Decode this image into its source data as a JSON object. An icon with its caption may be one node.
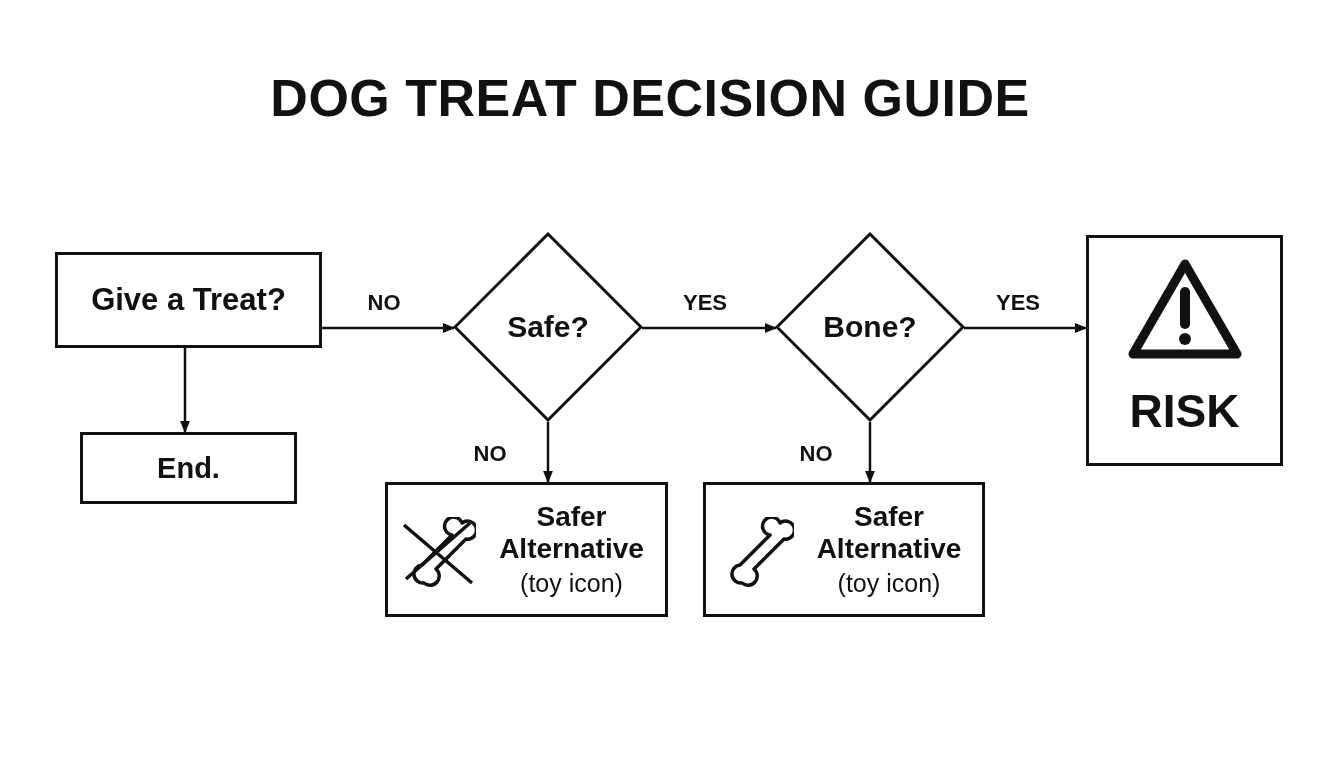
{
  "diagram": {
    "title": "DOG TREAT DECISION GUIDE",
    "nodes": [
      {
        "text": [
          "Give a Treat?"
        ]
      },
      {
        "text": [
          "End."
        ]
      },
      {
        "text": [
          "Safe?"
        ]
      },
      {
        "text": [
          "Bone?"
        ]
      },
      {
        "text": [
          "RISK"
        ]
      },
      {
        "text": [
          "Safer Alternative",
          "(toy icon)"
        ]
      },
      {
        "text": [
          "Safer Alternative",
          "(toy icon)"
        ]
      }
    ],
    "edges": [
      {
        "from": 0,
        "to": 2,
        "arrow": "to",
        "label": "NO"
      },
      {
        "from": 0,
        "to": 1,
        "arrow": "to"
      },
      {
        "from": 2,
        "to": 3,
        "arrow": "to",
        "label": "YES"
      },
      {
        "from": 3,
        "to": 4,
        "arrow": "to",
        "label": "YES"
      },
      {
        "from": 2,
        "to": 5,
        "arrow": "to",
        "label": "NO"
      },
      {
        "from": 3,
        "to": 6,
        "arrow": "to",
        "label": "NO"
      }
    ]
  }
}
